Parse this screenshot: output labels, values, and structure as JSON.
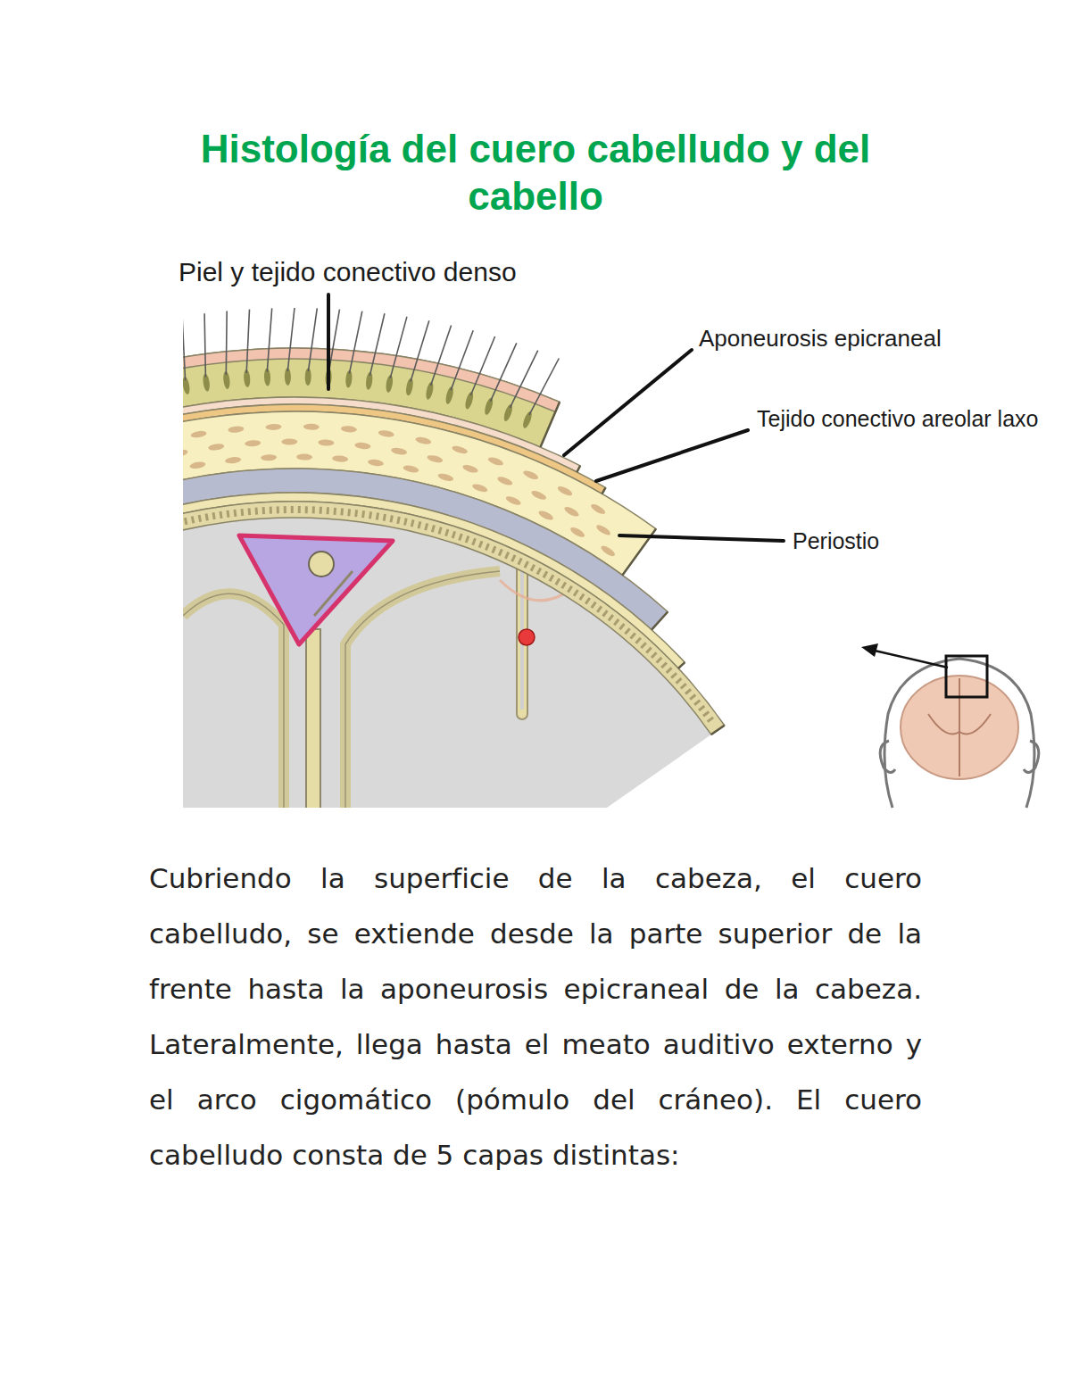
{
  "diagram": {
    "title": "Histología del cuero cabelludo y del cabello",
    "caption": "Cubriendo la superficie de la cabeza, el cuero cabelludo, se extiende desde la parte superior de la frente hasta la aponeurosis epicraneal de la cabeza. Lateralmente, llega hasta el meato auditivo externo y el arco cigomático (pómulo del cráneo). El cuero cabelludo consta de 5 capas distintas:",
    "labels": [
      "Piel y tejido conectivo denso",
      "Aponeurosis epicraneal",
      "Tejido conectivo areolar laxo",
      "Periostio"
    ]
  }
}
